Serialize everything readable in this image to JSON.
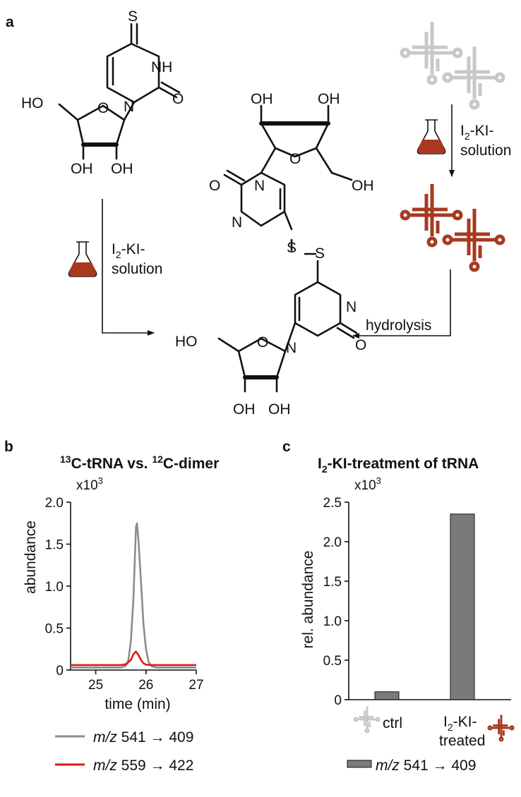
{
  "panel_a": {
    "label": "a",
    "reagent_left": [
      "I",
      "2",
      "-KI-",
      "solution"
    ],
    "reagent_right": [
      "I",
      "2",
      "-KI-",
      "solution"
    ],
    "hydrolysis": "hydrolysis",
    "atoms": {
      "S": "S",
      "NH": "NH",
      "O": "O",
      "N": "N",
      "HO": "HO",
      "OH": "OH"
    }
  },
  "colors": {
    "trna_gray": "#c8c8c8",
    "trna_red": "#a8391f",
    "flask_liquid": "#a8391f",
    "series_gray": "#8c8c8c",
    "series_red": "#e0181a",
    "bar": "#7a7a7a"
  },
  "chart_data": [
    {
      "panel": "b",
      "type": "line",
      "title_parts": [
        "13",
        "C-tRNA vs. ",
        "12",
        "C-dimer"
      ],
      "ylabel": "abundance",
      "xlabel": "time (min)",
      "multiplier": [
        "x10",
        "3"
      ],
      "xlim": [
        24.5,
        27
      ],
      "ylim": [
        0,
        2.0
      ],
      "xticks": [
        25,
        26,
        27
      ],
      "yticks": [
        0,
        0.5,
        1.0,
        1.5,
        2.0
      ],
      "ytick_labels": [
        "0",
        "0.5",
        "1.0",
        "1.5",
        "2.0"
      ],
      "series": [
        {
          "name_prefix": "m/z",
          "name_suffix": " 541 → 409",
          "color": "#8c8c8c",
          "x": [
            24.5,
            25.0,
            25.5,
            25.6,
            25.65,
            25.7,
            25.75,
            25.78,
            25.8,
            25.82,
            25.85,
            25.9,
            25.95,
            26.0,
            26.05,
            26.1,
            26.2,
            26.5,
            27.0
          ],
          "y": [
            0.03,
            0.03,
            0.03,
            0.05,
            0.12,
            0.35,
            0.85,
            1.35,
            1.7,
            1.75,
            1.55,
            1.05,
            0.55,
            0.25,
            0.1,
            0.05,
            0.03,
            0.03,
            0.03
          ]
        },
        {
          "name_prefix": "m/z",
          "name_suffix": " 559 → 422",
          "color": "#e0181a",
          "x": [
            24.5,
            25.0,
            25.5,
            25.6,
            25.7,
            25.75,
            25.8,
            25.85,
            25.9,
            25.95,
            26.0,
            26.1,
            26.5,
            27.0
          ],
          "y": [
            0.06,
            0.06,
            0.06,
            0.07,
            0.12,
            0.19,
            0.22,
            0.18,
            0.12,
            0.08,
            0.065,
            0.06,
            0.06,
            0.06
          ]
        }
      ]
    },
    {
      "panel": "c",
      "type": "bar",
      "title_parts": [
        "I",
        "2",
        "-KI-treatment of tRNA"
      ],
      "ylabel": "rel. abundance",
      "multiplier": [
        "x10",
        "3"
      ],
      "ylim": [
        0,
        2.5
      ],
      "yticks": [
        0,
        0.5,
        1.0,
        1.5,
        2.0,
        2.5
      ],
      "ytick_labels": [
        "0",
        "0.5",
        "1.0",
        "1.5",
        "2.0",
        "2.5"
      ],
      "categories": [
        "ctrl",
        "I2-KI-treated"
      ],
      "category_label_ctrl": "ctrl",
      "category_label_treated": [
        "I",
        "2",
        "-KI-",
        "treated"
      ],
      "values": [
        0.1,
        2.35
      ],
      "legend": {
        "prefix": "m/z",
        "suffix": " 541 → 409"
      }
    }
  ]
}
